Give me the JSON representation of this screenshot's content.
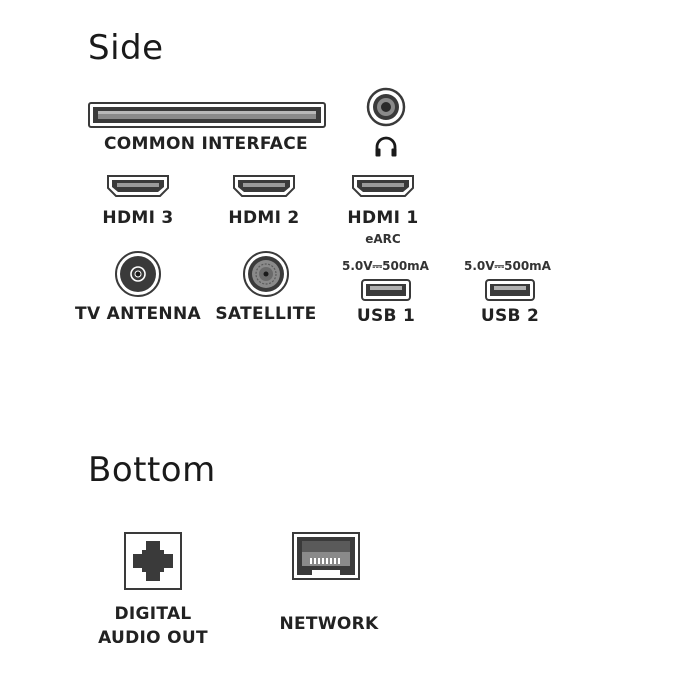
{
  "sections": {
    "side": "Side",
    "bottom": "Bottom"
  },
  "ports": {
    "common_interface": "COMMON INTERFACE",
    "headphone": "headphone-icon",
    "hdmi3": "HDMI 3",
    "hdmi2": "HDMI 2",
    "hdmi1": "HDMI 1",
    "hdmi1_sub": "eARC",
    "tv_antenna": "TV ANTENNA",
    "satellite": "SATELLITE",
    "usb1": "USB 1",
    "usb1_rating": "5.0V⎓500mA",
    "usb2": "USB 2",
    "usb2_rating": "5.0V⎓500mA",
    "digital_audio_line1": "DIGITAL",
    "digital_audio_line2": "AUDIO OUT",
    "network": "NETWORK"
  },
  "colors": {
    "port_dark": "#3a3a3a",
    "port_grey": "#8a8a8a",
    "text": "#222222"
  }
}
